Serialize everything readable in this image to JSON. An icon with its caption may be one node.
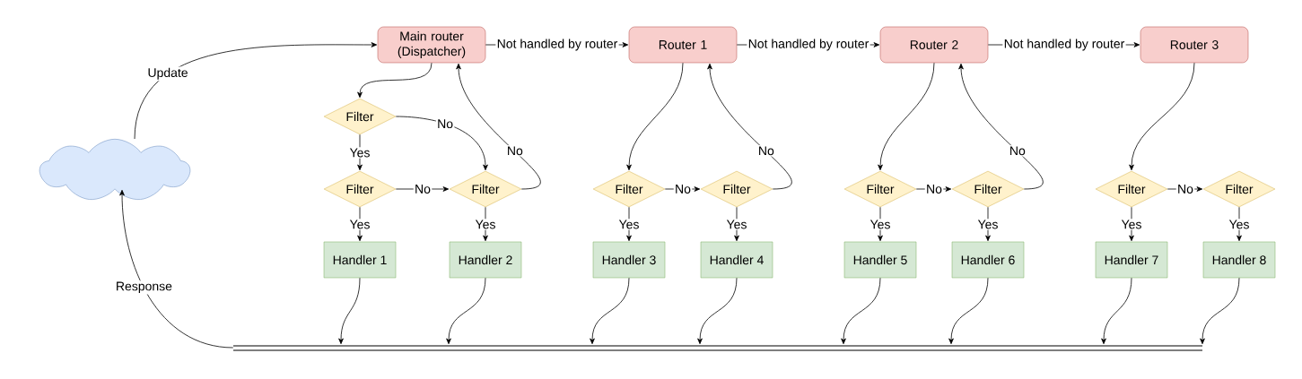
{
  "diagram": {
    "nodes": [
      {
        "text": [],
        "shape": "cloud"
      },
      {
        "text": [
          "Main router (Dispatcher)"
        ]
      },
      {
        "text": [
          "Router 1"
        ]
      },
      {
        "text": [
          "Router 2"
        ]
      },
      {
        "text": [
          "Router 3"
        ]
      },
      {
        "text": [
          "Filter"
        ]
      },
      {
        "text": [
          "Filter"
        ]
      },
      {
        "text": [
          "Filter"
        ]
      },
      {
        "text": [
          "Filter"
        ]
      },
      {
        "text": [
          "Filter"
        ]
      },
      {
        "text": [
          "Filter"
        ]
      },
      {
        "text": [
          "Filter"
        ]
      },
      {
        "text": [
          "Filter"
        ]
      },
      {
        "text": [
          "Filter"
        ]
      },
      {
        "text": [
          "Handler 1"
        ]
      },
      {
        "text": [
          "Handler 2"
        ]
      },
      {
        "text": [
          "Handler 3"
        ]
      },
      {
        "text": [
          "Handler 4"
        ]
      },
      {
        "text": [
          "Handler 5"
        ]
      },
      {
        "text": [
          "Handler 6"
        ]
      },
      {
        "text": [
          "Handler 7"
        ]
      },
      {
        "text": [
          "Handler 8"
        ]
      },
      {
        "text": [],
        "shape": "bar"
      }
    ],
    "edges": [
      {
        "from": 0,
        "to": 1,
        "arrow": "to",
        "label": "Update"
      },
      {
        "from": 1,
        "to": 2,
        "arrow": "to",
        "label": "Not handled by router"
      },
      {
        "from": 2,
        "to": 3,
        "arrow": "to",
        "label": "Not handled by router"
      },
      {
        "from": 3,
        "to": 4,
        "arrow": "to",
        "label": "Not handled by router"
      },
      {
        "from": 1,
        "to": 5,
        "arrow": "to"
      },
      {
        "from": 5,
        "to": 6,
        "arrow": "to",
        "label": "Yes"
      },
      {
        "from": 5,
        "to": 7,
        "arrow": "to",
        "label": "No"
      },
      {
        "from": 6,
        "to": 7,
        "arrow": "to",
        "label": "No"
      },
      {
        "from": 6,
        "to": 14,
        "arrow": "to",
        "label": "Yes"
      },
      {
        "from": 7,
        "to": 15,
        "arrow": "to",
        "label": "Yes"
      },
      {
        "from": 7,
        "to": 1,
        "arrow": "to",
        "label": "No"
      },
      {
        "from": 2,
        "to": 8,
        "arrow": "to"
      },
      {
        "from": 8,
        "to": 9,
        "arrow": "to",
        "label": "No"
      },
      {
        "from": 8,
        "to": 16,
        "arrow": "to",
        "label": "Yes"
      },
      {
        "from": 9,
        "to": 17,
        "arrow": "to",
        "label": "Yes"
      },
      {
        "from": 9,
        "to": 2,
        "arrow": "to",
        "label": "No"
      },
      {
        "from": 3,
        "to": 10,
        "arrow": "to"
      },
      {
        "from": 10,
        "to": 11,
        "arrow": "to",
        "label": "No"
      },
      {
        "from": 10,
        "to": 18,
        "arrow": "to",
        "label": "Yes"
      },
      {
        "from": 11,
        "to": 19,
        "arrow": "to",
        "label": "Yes"
      },
      {
        "from": 11,
        "to": 3,
        "arrow": "to",
        "label": "No"
      },
      {
        "from": 4,
        "to": 12,
        "arrow": "to"
      },
      {
        "from": 12,
        "to": 13,
        "arrow": "to",
        "label": "No"
      },
      {
        "from": 12,
        "to": 20,
        "arrow": "to",
        "label": "Yes"
      },
      {
        "from": 13,
        "to": 21,
        "arrow": "to",
        "label": "Yes"
      },
      {
        "from": 14,
        "to": 22,
        "arrow": "to"
      },
      {
        "from": 15,
        "to": 22,
        "arrow": "to"
      },
      {
        "from": 16,
        "to": 22,
        "arrow": "to"
      },
      {
        "from": 17,
        "to": 22,
        "arrow": "to"
      },
      {
        "from": 18,
        "to": 22,
        "arrow": "to"
      },
      {
        "from": 19,
        "to": 22,
        "arrow": "to"
      },
      {
        "from": 20,
        "to": 22,
        "arrow": "to"
      },
      {
        "from": 21,
        "to": 22,
        "arrow": "to"
      },
      {
        "from": 22,
        "to": 0,
        "arrow": "to",
        "label": "Response"
      }
    ]
  }
}
